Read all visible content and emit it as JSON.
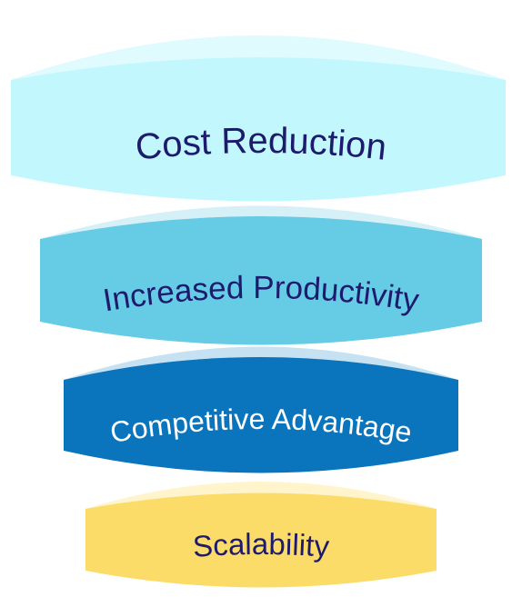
{
  "tiers": [
    {
      "label": "Cost Reduction",
      "top_color": "#e0fbfe",
      "body_color": "#c2f8fd",
      "text_color": "#1e1a6e"
    },
    {
      "label": "Increased Productivity",
      "top_color": "#d6f0f8",
      "body_color": "#66cbe5",
      "text_color": "#1e1a6e"
    },
    {
      "label": "Competitive Advantage",
      "top_color": "#c5e1f2",
      "body_color": "#0a75bd",
      "text_color": "#ffffff"
    },
    {
      "label": "Scalability",
      "top_color": "#fff4cc",
      "body_color": "#fcdc68",
      "text_color": "#1e1a6e"
    }
  ]
}
